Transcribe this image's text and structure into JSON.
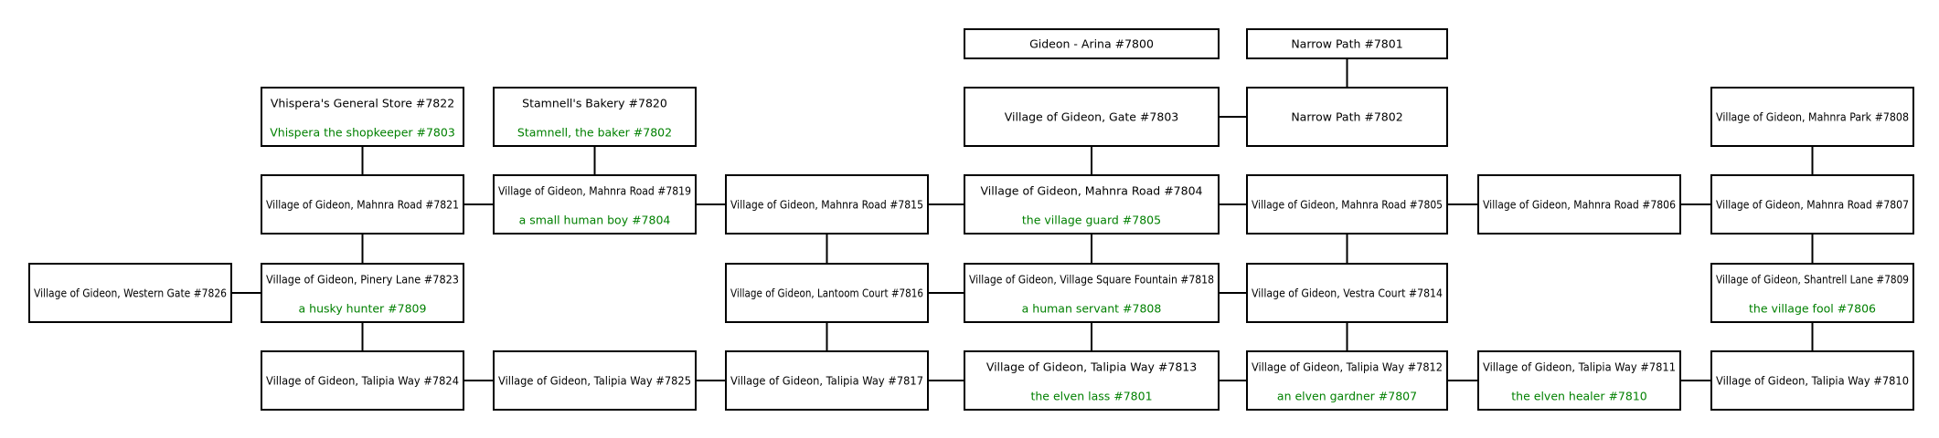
{
  "colors": {
    "room_name": "#000000",
    "npc": "#008000",
    "border": "#000000",
    "background": "#ffffff"
  },
  "rooms": [
    {
      "id": "r7800",
      "name": "Gideon - Arina #7800"
    },
    {
      "id": "r7801",
      "name": "Narrow Path #7801"
    },
    {
      "id": "r7822",
      "name": "Vhispera's General Store #7822",
      "npc": "Vhispera the shopkeeper #7803"
    },
    {
      "id": "r7820",
      "name": "Stamnell's Bakery #7820",
      "npc": "Stamnell, the baker #7802"
    },
    {
      "id": "r7803",
      "name": "Village of Gideon, Gate #7803"
    },
    {
      "id": "r7802",
      "name": "Narrow Path #7802"
    },
    {
      "id": "r7808",
      "name": "Village of Gideon, Mahnra Park #7808"
    },
    {
      "id": "r7821",
      "name": "Village of Gideon, Mahnra Road #7821"
    },
    {
      "id": "r7819",
      "name": "Village of Gideon, Mahnra Road #7819",
      "npc": "a small human boy #7804"
    },
    {
      "id": "r7815",
      "name": "Village of Gideon, Mahnra Road #7815"
    },
    {
      "id": "r7804",
      "name": "Village of Gideon, Mahnra Road #7804",
      "npc": "the village guard #7805"
    },
    {
      "id": "r7805",
      "name": "Village of Gideon, Mahnra Road #7805"
    },
    {
      "id": "r7806",
      "name": "Village of Gideon, Mahnra Road #7806"
    },
    {
      "id": "r7807",
      "name": "Village of Gideon, Mahnra Road #7807"
    },
    {
      "id": "r7826",
      "name": "Village of Gideon, Western Gate #7826"
    },
    {
      "id": "r7823",
      "name": "Village of Gideon, Pinery Lane #7823",
      "npc": "a husky hunter #7809"
    },
    {
      "id": "r7816",
      "name": "Village of Gideon, Lantoom Court #7816"
    },
    {
      "id": "r7818",
      "name": "Village of Gideon, Village Square Fountain #7818",
      "npc": "a human servant #7808"
    },
    {
      "id": "r7814",
      "name": "Village of Gideon, Vestra Court #7814"
    },
    {
      "id": "r7809",
      "name": "Village of Gideon, Shantrell Lane #7809",
      "npc": "the village fool #7806"
    },
    {
      "id": "r7824",
      "name": "Village of Gideon, Talipia Way   #7824"
    },
    {
      "id": "r7825",
      "name": "Village of Gideon, Talipia Way   #7825"
    },
    {
      "id": "r7817",
      "name": "Village of Gideon, Talipia Way #7817"
    },
    {
      "id": "r7813",
      "name": "Village of Gideon, Talipia Way #7813",
      "npc": "the elven lass #7801"
    },
    {
      "id": "r7812",
      "name": "Village of Gideon, Talipia Way #7812",
      "npc": "an elven gardner #7807"
    },
    {
      "id": "r7811",
      "name": "Village of Gideon, Talipia Way #7811",
      "npc": "the elven healer #7810"
    },
    {
      "id": "r7810",
      "name": "Village of Gideon, Talipia Way #7810"
    }
  ],
  "links": [
    [
      "r7801",
      "r7802"
    ],
    [
      "r7803",
      "r7802"
    ],
    [
      "r7803",
      "r7804"
    ],
    [
      "r7822",
      "r7821"
    ],
    [
      "r7820",
      "r7819"
    ],
    [
      "r7808",
      "r7807"
    ],
    [
      "r7821",
      "r7819"
    ],
    [
      "r7819",
      "r7815"
    ],
    [
      "r7815",
      "r7804"
    ],
    [
      "r7804",
      "r7805"
    ],
    [
      "r7805",
      "r7806"
    ],
    [
      "r7806",
      "r7807"
    ],
    [
      "r7821",
      "r7823"
    ],
    [
      "r7815",
      "r7816"
    ],
    [
      "r7804",
      "r7818"
    ],
    [
      "r7805",
      "r7814"
    ],
    [
      "r7807",
      "r7809"
    ],
    [
      "r7826",
      "r7823"
    ],
    [
      "r7816",
      "r7818"
    ],
    [
      "r7818",
      "r7814"
    ],
    [
      "r7823",
      "r7824"
    ],
    [
      "r7816",
      "r7817"
    ],
    [
      "r7818",
      "r7813"
    ],
    [
      "r7814",
      "r7812"
    ],
    [
      "r7809",
      "r7810"
    ],
    [
      "r7824",
      "r7825"
    ],
    [
      "r7825",
      "r7817"
    ],
    [
      "r7817",
      "r7813"
    ],
    [
      "r7813",
      "r7812"
    ],
    [
      "r7812",
      "r7811"
    ],
    [
      "r7811",
      "r7810"
    ]
  ]
}
